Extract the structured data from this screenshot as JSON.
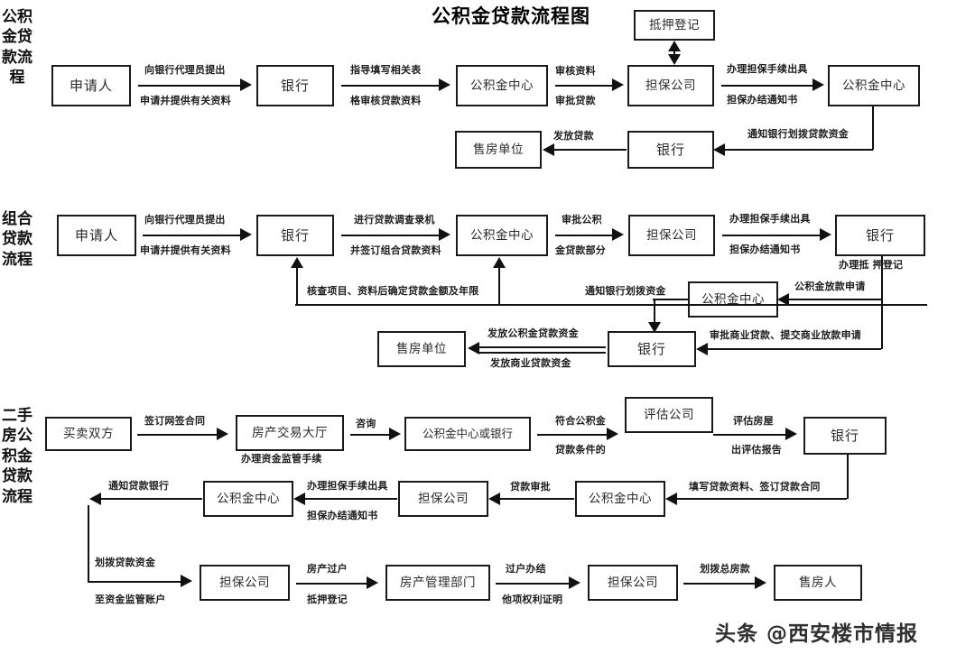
{
  "title": "公积金贷款流程图",
  "watermark": "头条 @西安楼市情报",
  "sections": [
    {
      "side_label": "公积金贷款流程",
      "nodes": [
        {
          "id": "s1-applicant",
          "text": "申请人"
        },
        {
          "id": "s1-bank",
          "text": "银行"
        },
        {
          "id": "s1-fund-center",
          "text": "公积金中心"
        },
        {
          "id": "s1-guarantee",
          "text": "担保公司"
        },
        {
          "id": "s1-fund-center-2",
          "text": "公积金中心"
        },
        {
          "id": "s1-mortgage-reg",
          "text": "抵押登记"
        },
        {
          "id": "s1-bank-2",
          "text": "银行"
        },
        {
          "id": "s1-seller",
          "text": "售房单位"
        }
      ],
      "labels": [
        "向银行代理员提出",
        "申请并提供有关资料",
        "指导填写相关表",
        "格审核贷款资料",
        "审核资料",
        "审批贷款",
        "办理担保手续出具",
        "担保办结通知书",
        "通知银行划拨贷款资金",
        "发放贷款"
      ]
    },
    {
      "side_label": "组合贷款流程",
      "nodes": [
        {
          "id": "s2-applicant",
          "text": "申请人"
        },
        {
          "id": "s2-bank",
          "text": "银行"
        },
        {
          "id": "s2-fund-center",
          "text": "公积金中心"
        },
        {
          "id": "s2-guarantee",
          "text": "担保公司"
        },
        {
          "id": "s2-bank-2",
          "text": "银行"
        },
        {
          "id": "s2-fund-center-2",
          "text": "公积金中心"
        },
        {
          "id": "s2-bank-3",
          "text": "银行"
        },
        {
          "id": "s2-seller",
          "text": "售房单位"
        }
      ],
      "labels": [
        "向银行代理员提出",
        "申请并提供有关资料",
        "进行贷款调查录机",
        "并签订组合贷款资料",
        "核查项目、资料后确定贷款金额及年限",
        "审批公积",
        "金贷款部分",
        "办理担保手续出具",
        "担保办结通知书",
        "办理抵 押登记",
        "公积金放款申请",
        "通知银行划拨资金",
        "审批商业贷款、提交商业放款申请",
        "发放公积金贷款资金",
        "发放商业贷款资金"
      ]
    },
    {
      "side_label": "二手房公积金贷款流程",
      "nodes": [
        {
          "id": "s3-buyer-seller",
          "text": "买卖双方"
        },
        {
          "id": "s3-trading-hall",
          "text": "房产交易大厅"
        },
        {
          "id": "s3-fund-or-bank",
          "text": "公积金中心或银行"
        },
        {
          "id": "s3-appraisal",
          "text": "评估公司"
        },
        {
          "id": "s3-bank",
          "text": "银行"
        },
        {
          "id": "s3-fund-center",
          "text": "公积金中心"
        },
        {
          "id": "s3-guarantee",
          "text": "担保公司"
        },
        {
          "id": "s3-fund-center-2",
          "text": "公积金中心"
        },
        {
          "id": "s3-guarantee-2",
          "text": "担保公司"
        },
        {
          "id": "s3-property-admin",
          "text": "房产管理部门"
        },
        {
          "id": "s3-guarantee-3",
          "text": "担保公司"
        },
        {
          "id": "s3-house-seller",
          "text": "售房人"
        }
      ],
      "labels": [
        "签订网签合同",
        "办理资金监管手续",
        "咨询",
        "符合公积金",
        "贷款条件的",
        "评估房屋",
        "出评估报告",
        "填写贷款资料、签订贷款合同",
        "贷款审批",
        "办理担保手续出具",
        "担保办结通知书",
        "通知贷款银行",
        "划拨贷款资金",
        "至资金监管账户",
        "房产过户",
        "抵押登记",
        "过户办结",
        "他项权利证明",
        "划拨总房款"
      ]
    }
  ],
  "colors": {
    "line": "#111111",
    "box_border": "#1a1a1a",
    "text": "#2b2b2b",
    "background": "#ffffff"
  }
}
